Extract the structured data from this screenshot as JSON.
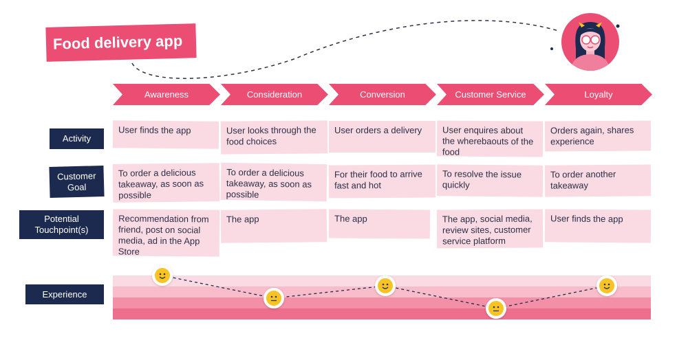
{
  "title": "Food delivery app",
  "stages": [
    "Awareness",
    "Consideration",
    "Conversion",
    "Customer Service",
    "Loyalty"
  ],
  "row_labels": {
    "activity": "Activity",
    "goal": "Customer Goal",
    "touchpoint": "Potential Touchpoint(s)",
    "experience": "Experience"
  },
  "activity": [
    "User finds the app",
    "User looks through the food choices",
    "User orders a delivery",
    "User enquires about the wherebaouts of the food",
    "Orders again, shares experience"
  ],
  "goal": [
    "To order a delicious takeaway, as soon as possible",
    "To order a delicious takeaway, as soon as possible",
    "For their food to arrive fast and hot",
    "To resolve the issue quickly",
    "To order another takeaway"
  ],
  "touchpoint": [
    "Recommendation from friend, post on social media, ad in the App Store",
    "The app",
    "The app",
    "The app, social media, review sites, customer service platform",
    "User finds the app"
  ],
  "experience": [
    "happy",
    "neutral",
    "happy",
    "neutral",
    "happy"
  ],
  "colors": {
    "accent": "#ec4d72",
    "label_bg": "#1b2a4e",
    "note_bg": "#fbdbe3",
    "emoji": "#f7c325"
  }
}
